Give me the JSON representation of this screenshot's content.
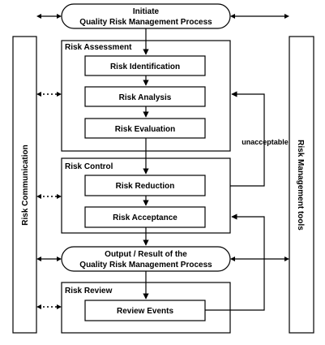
{
  "start": {
    "line1": "Initiate",
    "line2": "Quality Risk Management Process"
  },
  "assessment": {
    "title": "Risk Assessment",
    "steps": [
      "Risk Identification",
      "Risk Analysis",
      "Risk Evaluation"
    ]
  },
  "control": {
    "title": "Risk Control",
    "steps": [
      "Risk Reduction",
      "Risk Acceptance"
    ]
  },
  "output": {
    "line1": "Output / Result of the",
    "line2": "Quality Risk Management Process"
  },
  "review": {
    "title": "Risk Review",
    "steps": [
      "Review Events"
    ]
  },
  "side": {
    "left": "Risk Communication",
    "right": "Risk Management tools"
  },
  "feedback": {
    "label": "unacceptable"
  }
}
